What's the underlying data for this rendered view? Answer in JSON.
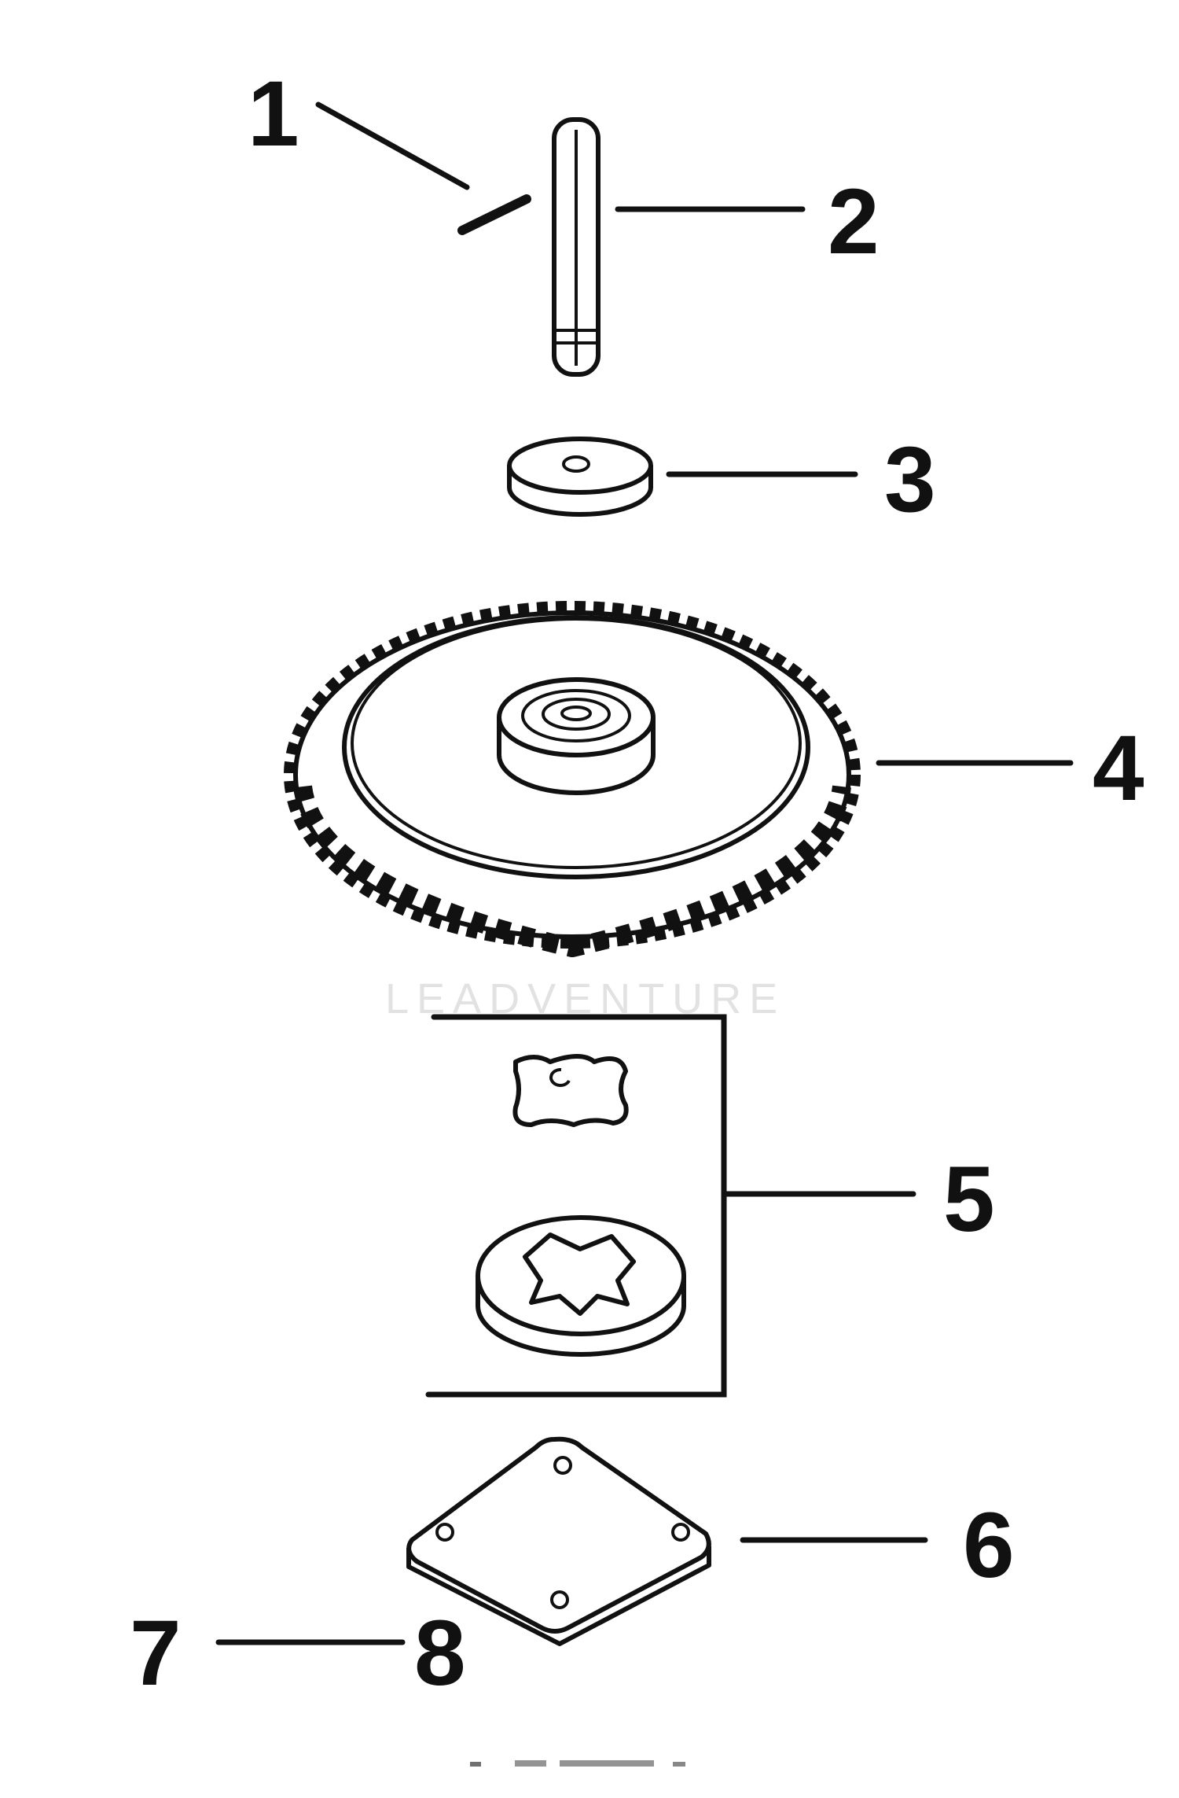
{
  "callouts": [
    "1",
    "2",
    "3",
    "4",
    "5",
    "6",
    "7",
    "8"
  ],
  "watermark": "LEADVENTURE",
  "colors": {
    "ink": "#111111",
    "paper": "#ffffff",
    "watermark": "#e2e2e2"
  }
}
